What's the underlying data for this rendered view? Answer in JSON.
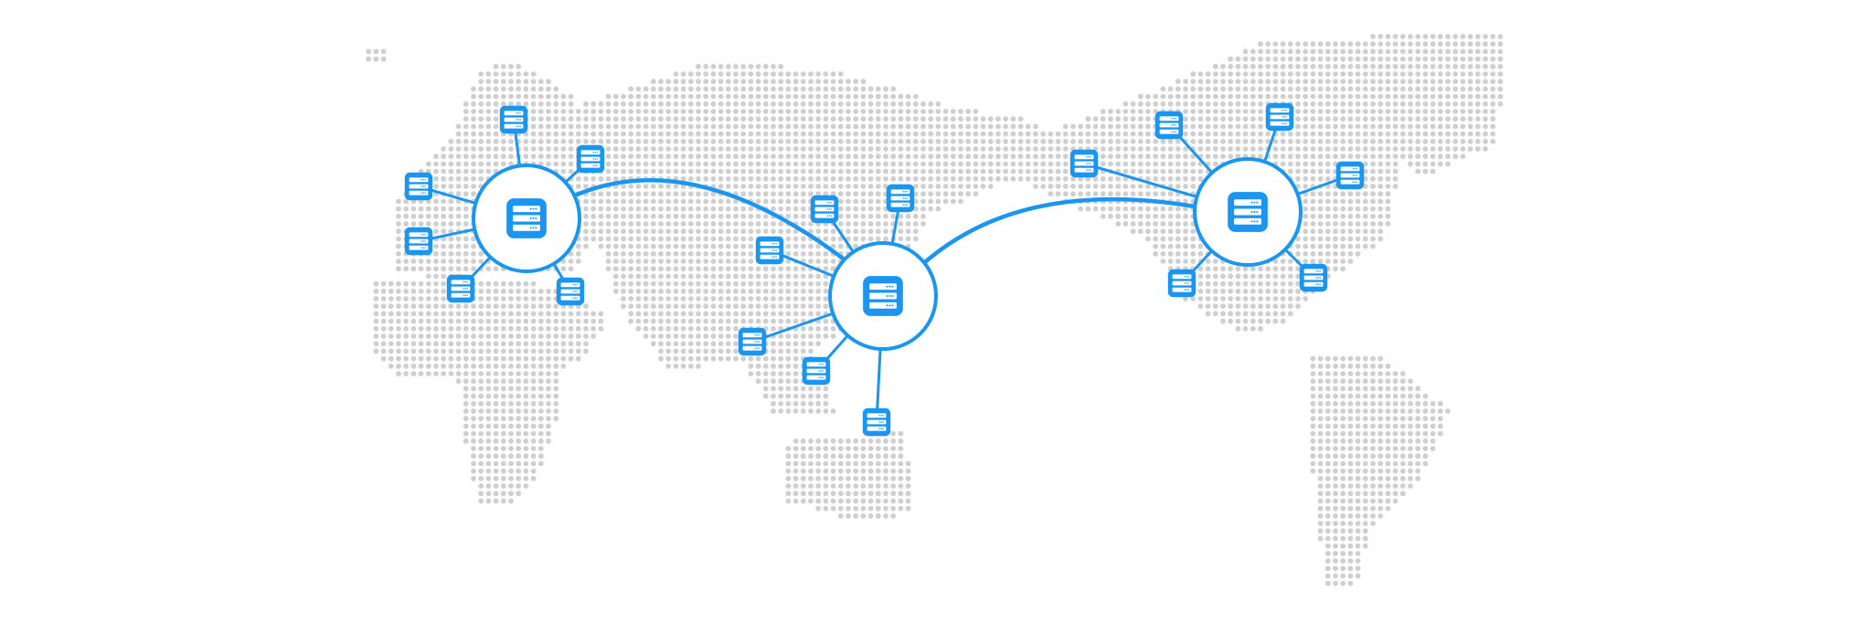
{
  "diagram": {
    "type": "global-server-network",
    "hub_count": 3,
    "satellites_per_hub": 6,
    "hub_icon": "server-rack-icon",
    "satellite_icon": "server-rack-icon",
    "map_style": "dotted-world-map"
  },
  "colors": {
    "accent": "#1a96f0",
    "dot": "#cfcfcf",
    "background": "#ffffff",
    "icon_inner": "#ffffff"
  }
}
